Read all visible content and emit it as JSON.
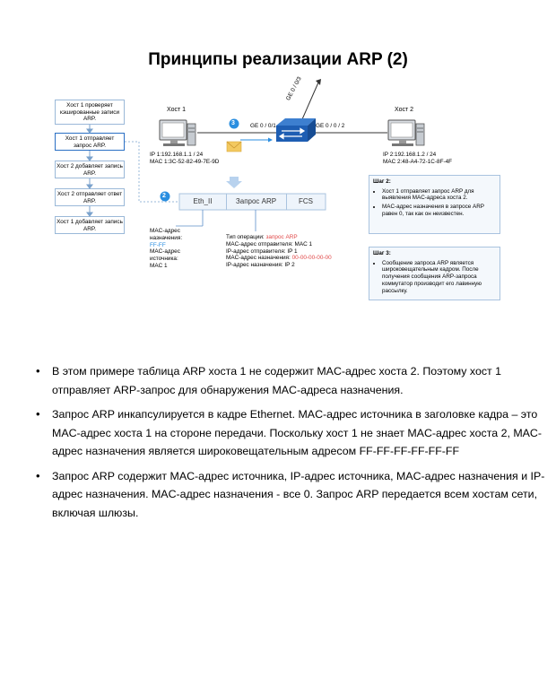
{
  "title": "Принципы реализации ARP (2)",
  "flow": [
    "Хост 1 проверяет кэшированные записи ARP.",
    "Хост 1 отправляет запрос ARP.",
    "Хост 2 добавляет запись ARP.",
    "Хост 2 отправляет ответ ARP.",
    "Хост 1 добавляет запись ARP."
  ],
  "host1": {
    "label": "Хост 1",
    "ip": "IP 1:192.168.1.1 / 24",
    "mac": "MAC 1:3C-52-82-49-7E-9D"
  },
  "host2": {
    "label": "Хост 2",
    "ip": "IP 2:192.168.1.2 / 24",
    "mac": "MAC 2:48-A4-72-1C-8F-4F"
  },
  "ports": {
    "left": "GE 0 / 0/1",
    "right": "GE 0 / 0 / 2",
    "up": "GE 0 / 0/3"
  },
  "step_numbers": {
    "a": "3",
    "b": "2"
  },
  "frame": [
    "Eth_II",
    "Запрос ARP",
    "FCS"
  ],
  "dest_mac": {
    "label": "MAC-адрес назначения:",
    "value": "FF-FF"
  },
  "src_mac": {
    "label": "MAC-адрес источника:",
    "value": "MAC 1"
  },
  "arp_fields": {
    "op_label": "Тип операции:",
    "op_value": "запрос ARP",
    "sender_mac": "MAC-адрес отправителя: MAC 1",
    "sender_ip": "IP-адрес отправителя: IP 1",
    "target_mac_label": "MAC-адрес назначения:",
    "target_mac_value": "00-00-00-00-00",
    "target_ip": "IP-адрес назначения: IP 2"
  },
  "step2": {
    "heading": "Шаг 2:",
    "items": [
      "Хост 1 отправляет запрос ARP для выявления MAC-адреса хоста 2.",
      "MAC-адрес назначения в запросе ARP равен 0, так как он неизвестен."
    ]
  },
  "step3": {
    "heading": "Шаг 3:",
    "items": [
      "Сообщение запроса ARP является широковещательным кадром. После получения сообщения ARP-запроса коммутатор производит его лавинную рассылку."
    ]
  },
  "bullets": [
    "В этом примере таблица ARP хоста 1 не содержит MAC-адрес хоста 2. Поэтому хост 1 отправляет ARP-запрос для обнаружения MAC-адреса назначения.",
    "Запрос ARP инкапсулируется в кадре Ethernet. MAC-адрес источника в заголовке кадра – это MAC-адрес хоста 1 на стороне передачи. Поскольку хост 1 не знает MAC-адрес хоста 2, MAC-адрес назначения является широковещательным адресом FF-FF-FF-FF-FF-FF",
    "Запрос ARP содержит MAC-адрес источника, IP-адрес источника, MAC-адрес назначения и IP-адрес назначения. MAC-адрес назначения - все 0. Запрос ARP передается всем хостам сети, включая шлюзы."
  ],
  "colors": {
    "accent": "#2a8ee0",
    "red": "#e04848",
    "frame_bg": "#eef4fb",
    "envelope": "#f3c960"
  }
}
